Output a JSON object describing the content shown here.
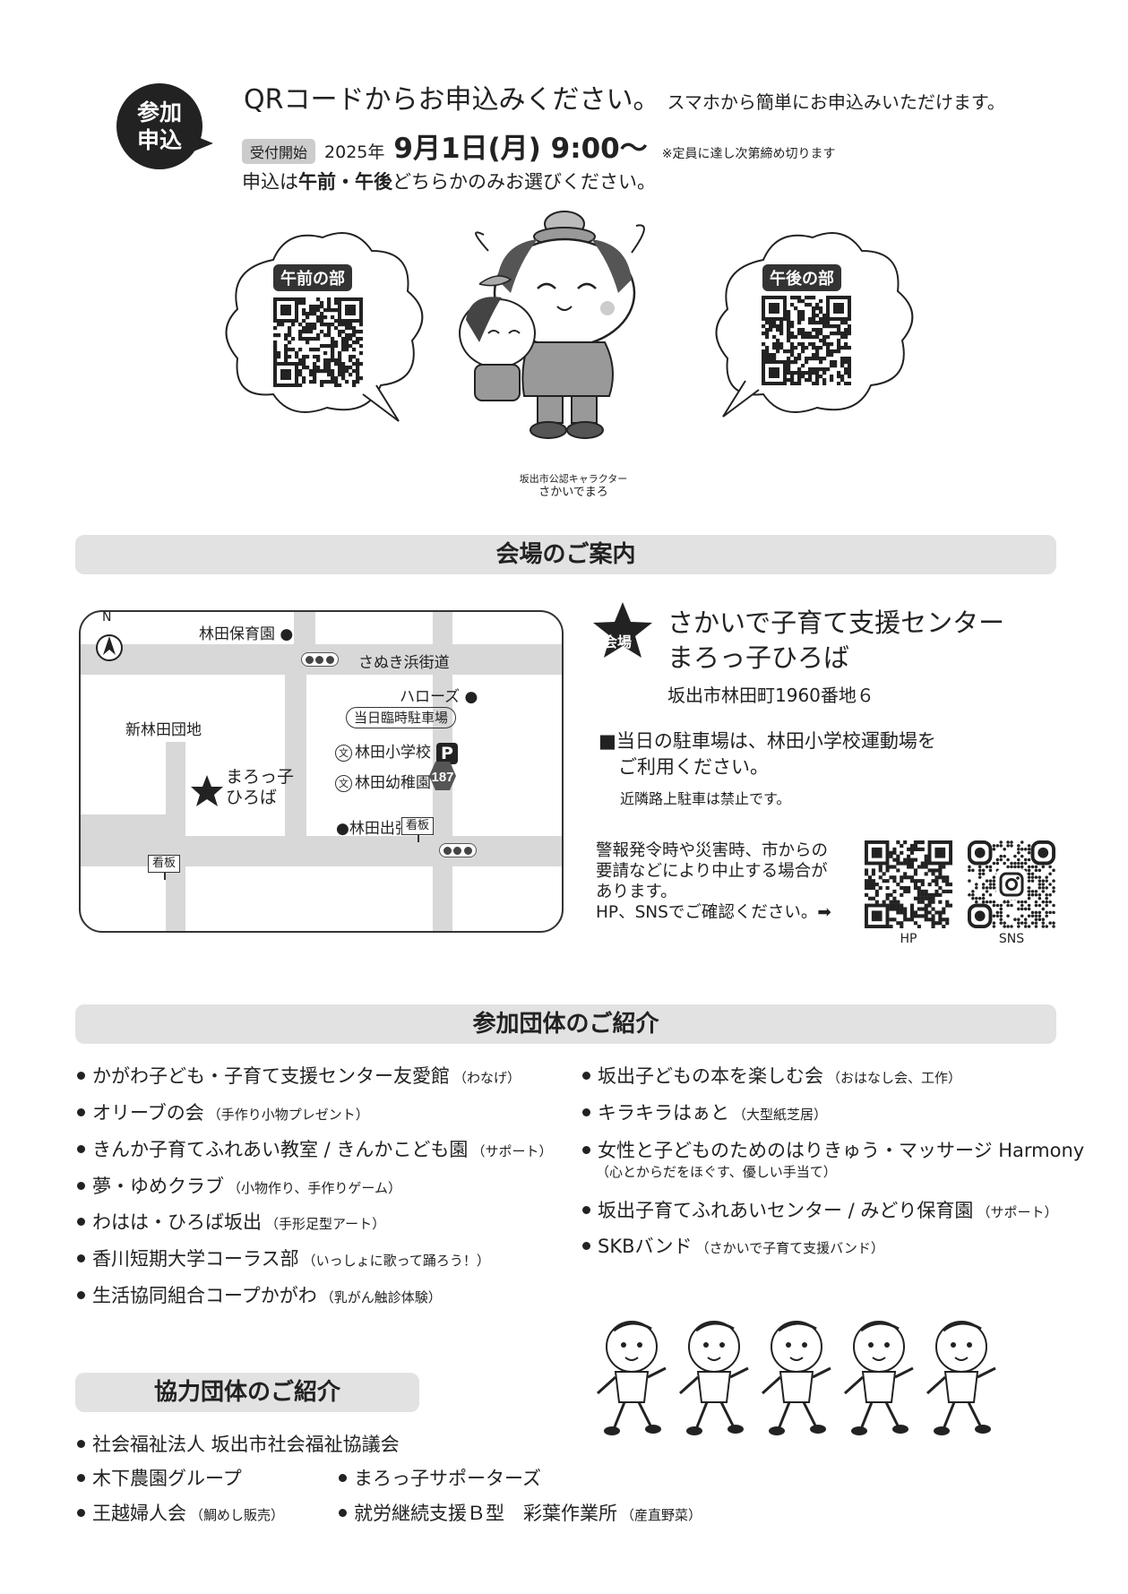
{
  "apply": {
    "bubble_line1": "参加",
    "bubble_line2": "申込",
    "headline": "QRコードからお申込みください。",
    "headline_sub": "スマホから簡単にお申込みいただけます。",
    "reception_tag": "受付開始",
    "year": "2025年",
    "date": "9月1日(月) 9:00～",
    "date_note": "※定員に達し次第締め切ります",
    "choose_pre": "申込は",
    "choose_am_pm": "午前・午後",
    "choose_post": "どちらかのみお選びください。",
    "am_label": "午前の部",
    "pm_label": "午後の部"
  },
  "character": {
    "caption1": "坂出市公認キャラクター",
    "caption2": "さかいでまろ"
  },
  "venue_section": {
    "title": "会場のご案内",
    "star_label": "会場",
    "name_line1": "さかいで子育て支援センター",
    "name_line2": "まろっ子ひろば",
    "address": "坂出市林田町1960番地６",
    "parking_line1": "■当日の駐車場は、林田小学校運動場を",
    "parking_line2": "ご利用ください。",
    "parking_note": "近隣路上駐車は禁止です。",
    "warning_lines": [
      "警報発令時や災害時、市からの",
      "要請などにより中止する場合が",
      "あります。",
      "HP、SNSでご確認ください。➡"
    ],
    "hp_label": "HP",
    "sns_label": "SNS"
  },
  "map": {
    "north": "N",
    "hayashida_nursery": "林田保育園 ●",
    "sanuki_road": "さぬき浜街道",
    "harows": "ハローズ ●",
    "shin_danchi": "新林田団地",
    "temp_parking": "当日臨時駐車場",
    "school_mark": "文",
    "elementary": "林田小学校",
    "parking_mark": "P",
    "kindergarten": "林田幼稚園",
    "route": "187",
    "venue_line1": "まろっ子",
    "venue_line2": "ひろば",
    "branch_office": "●林田出張所",
    "kanban": "看板"
  },
  "orgs_section": {
    "title": "参加団体のご紹介",
    "left": [
      {
        "name": "かがわ子ども・子育て支援センター友愛館",
        "note": "（わなげ）"
      },
      {
        "name": "オリーブの会",
        "note": "（手作り小物プレゼント）"
      },
      {
        "name": "きんか子育てふれあい教室 / きんかこども園",
        "note": "（サポート）"
      },
      {
        "name": "夢・ゆめクラブ",
        "note": "（小物作り、手作りゲーム）"
      },
      {
        "name": "わはは・ひろば坂出",
        "note": "（手形足型アート）"
      },
      {
        "name": "香川短期大学コーラス部",
        "note": "（いっしょに歌って踊ろう！）"
      },
      {
        "name": "生活協同組合コープかがわ",
        "note": "（乳がん触診体験）"
      }
    ],
    "right": [
      {
        "name": "坂出子どもの本を楽しむ会",
        "note": "（おはなし会、工作）"
      },
      {
        "name": "キラキラはぁと",
        "note": "（大型紙芝居）"
      },
      {
        "name": "女性と子どものためのはりきゅう・マッサージ Harmony",
        "note": ""
      },
      {
        "name": "坂出子育てふれあいセンター / みどり保育園",
        "note": "（サポート）"
      },
      {
        "name": "SKBバンド",
        "note": "（さかいで子育て支援バンド）"
      }
    ],
    "harmony_sub": "（心とからだをほぐす、優しい手当て）"
  },
  "coop_section": {
    "title": "協力団体のご紹介",
    "items": [
      {
        "name": "社会福祉法人 坂出市社会福祉協議会",
        "note": ""
      },
      {
        "name": "木下農園グループ",
        "note": ""
      },
      {
        "name": "まろっ子サポーターズ",
        "note": ""
      },
      {
        "name": "王越婦人会",
        "note": "（鯛めし販売）"
      },
      {
        "name": "就労継続支援Ｂ型　彩葉作業所",
        "note": "（産直野菜）"
      }
    ]
  }
}
